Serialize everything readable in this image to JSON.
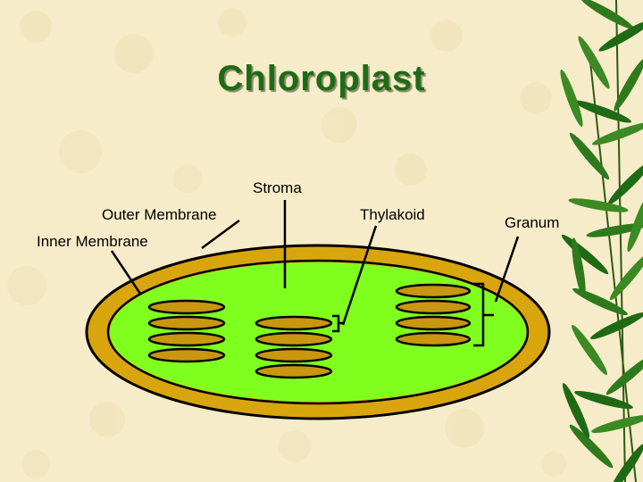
{
  "title": "Chloroplast",
  "labels": {
    "stroma": "Stroma",
    "outer_membrane": "Outer Membrane",
    "inner_membrane": "Inner Membrane",
    "thylakoid": "Thylakoid",
    "granum": "Granum"
  },
  "colors": {
    "background": "#f7ecc9",
    "title": "#1f6b17",
    "outer_membrane": "#d9a50c",
    "stroma": "#80ff1e",
    "thylakoid": "#c8960f",
    "bamboo": "#1f6a14"
  },
  "decoration": [
    "bamboo-leaves"
  ]
}
